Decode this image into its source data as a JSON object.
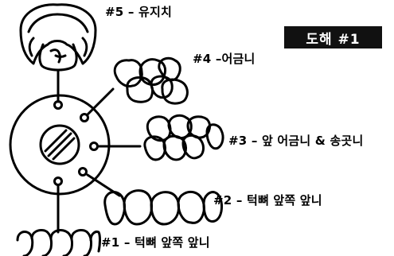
{
  "title_badge": "도해 #1",
  "labels": {
    "l5": "#5 – 유지치",
    "l4": "#4 –어금니",
    "l3": "#3 – 앞 어금니 & 송곳니",
    "l2": "#2 – 턱뼈 앞쪽 앞니",
    "l1": "#1 – 턱뼈 앞쪽 앞니"
  },
  "colors": {
    "ink": "#000000",
    "badge_bg": "#111111",
    "badge_text": "#ffffff"
  },
  "icons": [
    "retainer-icon",
    "screw-icon",
    "tooth-group-icon"
  ]
}
